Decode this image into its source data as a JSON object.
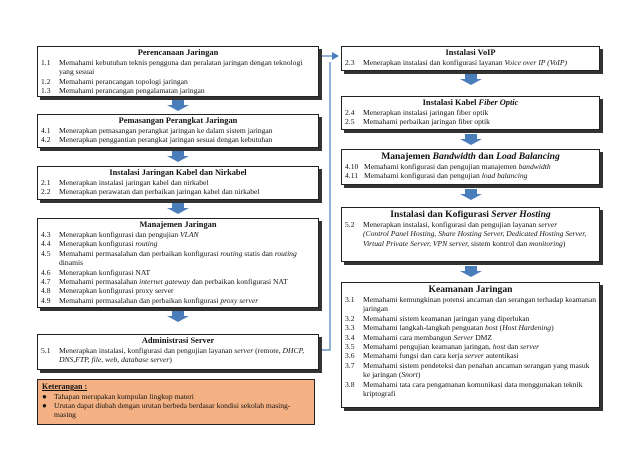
{
  "boxes": {
    "perencanaan": {
      "title": "Perencanaan Jaringan",
      "items": [
        {
          "num": "1.1",
          "text": "Memahami kebutuhan teknis pengguna dan peralatan jaringan dengan teknologi yang sesuai"
        },
        {
          "num": "1.2",
          "text": "Memahami perancangan topologi jaringan"
        },
        {
          "num": "1.3",
          "text": "Memahami perancangan pengalamatan jaringan"
        }
      ]
    },
    "pemasangan": {
      "title": "Pemasangan Perangkat Jaringan",
      "items": [
        {
          "num": "4.1",
          "text": "Menerapkan pemasangan perangkat jaringan ke dalam sistem jaringan"
        },
        {
          "num": "4.2",
          "text": "Menerapkan penggantian perangkat jaringan sesuai dengan kebutuhan"
        }
      ]
    },
    "instalasi_kabel": {
      "title": "Instalasi Jaringan Kabel dan Nirkabel",
      "items": [
        {
          "num": "2.1",
          "text": "Menerapkan instalasi jaringan kabel dan nirkabel"
        },
        {
          "num": "2.2",
          "text": "Menerapkan perawatan dan perbaikan jaringan kabel dan nirkabel"
        }
      ]
    },
    "manajemen_jaringan": {
      "title": "Manajemen Jaringan",
      "items": [
        {
          "num": "4.3",
          "pre": "Menerapkan konfigurasi dan pengujian ",
          "em": "VLAN",
          "post": ""
        },
        {
          "num": "4.4",
          "pre": "Menerapkan konfigurasi ",
          "em": "routing",
          "post": ""
        },
        {
          "num": "4.5",
          "pre": "Memahami permasalahan dan perbaikan konfigurasi ",
          "em": "routing",
          "post": " statis dan ",
          "em2": "routing",
          "post2": " dinamis"
        },
        {
          "num": "4.6",
          "pre": "Menerapkan konfigurasi NAT",
          "em": "",
          "post": ""
        },
        {
          "num": "4.7",
          "pre": "Memahami permasalahan ",
          "em": "internet gateway",
          "post": " dan perbaikan konfigurasi NAT"
        },
        {
          "num": "4.8",
          "pre": "Menerapkan konfigurasi proxy server",
          "em": "",
          "post": ""
        },
        {
          "num": "4.9",
          "pre": "Memahami permasalahan dan perbaikan konfigurasi ",
          "em": "proxy server",
          "post": ""
        }
      ]
    },
    "administrasi": {
      "title": "Administrasi Server",
      "item": {
        "num": "5.1",
        "pre": "Menerapkan instalasi, konfigurasi dan pengujian layanan ",
        "em": "server",
        "post": " (remote, ",
        "em2": "DHCP, DNS,FTP, file, web, database server",
        "post2": ")"
      }
    },
    "voip": {
      "title": "Instalasi VoIP",
      "item": {
        "num": "2.3",
        "pre": "Menerapkan instalasi dan konfigurasi layanan ",
        "em": "Voice over IP (VoIP)"
      }
    },
    "fiber": {
      "title_pre": "Instalasi Kabel ",
      "title_em": "Fiber Optic",
      "items": [
        {
          "num": "2.4",
          "text": "Menerapkan instalasi jaringan fiber optik"
        },
        {
          "num": "2.5",
          "text": "Memahami perbaikan jaringan fiber optik"
        }
      ]
    },
    "bandwidth": {
      "title_a": "Manajemen ",
      "title_em1": "Bandwidth",
      "title_b": " dan ",
      "title_em2": "Load Balancing",
      "items": [
        {
          "num": "4.10",
          "pre": "Memahami konfigurasi dan pengujian manajemen ",
          "em": "bandwidth"
        },
        {
          "num": "4.11",
          "pre": "Memahami konfigurasi dan pengujian ",
          "em": "load balancing"
        }
      ]
    },
    "kofigurasi_server": {
      "title_pre": "Instalasi dan Kofigurasi ",
      "title_em": "Server Hosting",
      "item": {
        "num": "5.2",
        "pre": "Menerapkan instalasi, konfigurasi dan pengujian layanan ",
        "em": "server",
        "em_list": "(Control Panel Hosting, Share Hosting Server, Dedicated Hosting Server, Virtual Private Server, VPN server,",
        "mid": " sistem kontrol dan ",
        "em3": "monitoring",
        "end": ")"
      }
    },
    "keamanan": {
      "title": "Keamanan Jaringan",
      "items": [
        {
          "num": "3.1",
          "pre": "Memahami kemungkinan potensi ancaman dan serangan terhadap keamanan jaringan",
          "em": "",
          "post": ""
        },
        {
          "num": "3.2",
          "pre": "Memahami sistem keamanan jaringan yang diperlukan",
          "em": "",
          "post": ""
        },
        {
          "num": "3.3",
          "pre": "Memahami langkah-langkah penguatan ",
          "em": "host",
          "post": " (",
          "em2": "Host Hardening",
          "post2": ")"
        },
        {
          "num": "3.4",
          "pre": "Memahami cara membangun ",
          "em": "Server",
          "post": " DMZ"
        },
        {
          "num": "3.5",
          "pre": "Memahami pengujian keamanan jaringan, ",
          "em": "host",
          "post": " dan ",
          "em2": "server",
          "post2": ""
        },
        {
          "num": "3.6",
          "pre": "Memahami fungsi dan cara kerja ",
          "em": "server",
          "post": " autentikasi"
        },
        {
          "num": "3.7",
          "pre": "Memahami sistem pendeteksi dan penahan ancaman serangan yang masuk ke jaringan (",
          "em": "Snort",
          "post": ")"
        },
        {
          "num": "3.8",
          "pre": "Memahami tata cara pengamanan komunikasi data menggunakan teknik kriptografi",
          "em": "",
          "post": ""
        }
      ]
    }
  },
  "legend": {
    "title": "Keterangan :",
    "items": [
      "Tahapan merupakan kumpulan lingkup materi",
      "Urutan dapat diubah dengan urutan berbeda berdasar kondisi sekolah masing-masing"
    ]
  },
  "colors": {
    "arrow": "#4a7ebb",
    "legend_bg": "#f4b183",
    "border": "#222222"
  }
}
